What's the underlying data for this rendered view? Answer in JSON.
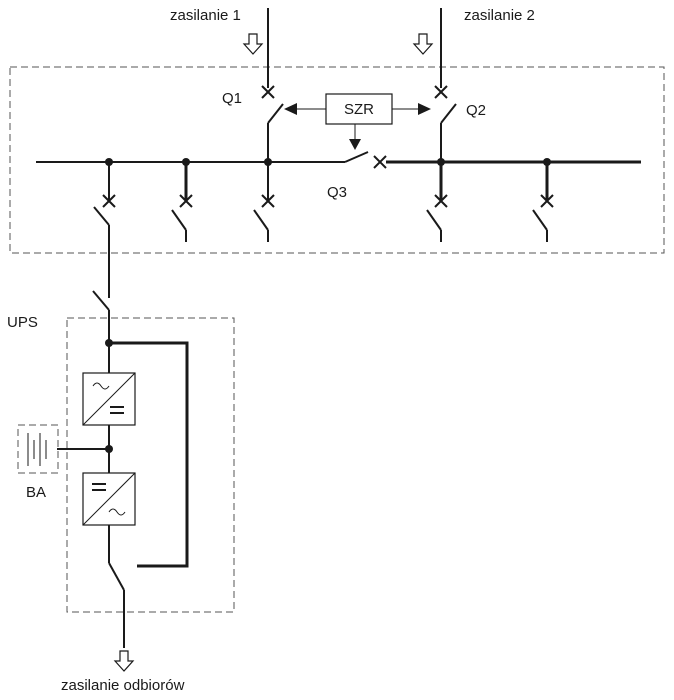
{
  "labels": {
    "supply_1": "zasilanie 1",
    "supply_2": "zasilanie 2",
    "q1": "Q1",
    "q2": "Q2",
    "q3": "Q3",
    "szr": "SZR",
    "ups": "UPS",
    "battery": "BA",
    "loads": "zasilanie odbiorów"
  },
  "icons": {
    "rectifier_top": "~",
    "rectifier_bottom": "=",
    "inverter_top": "=",
    "inverter_bottom": "~"
  },
  "colors": {
    "line": "#1a1a1a",
    "frame": "#555555"
  }
}
